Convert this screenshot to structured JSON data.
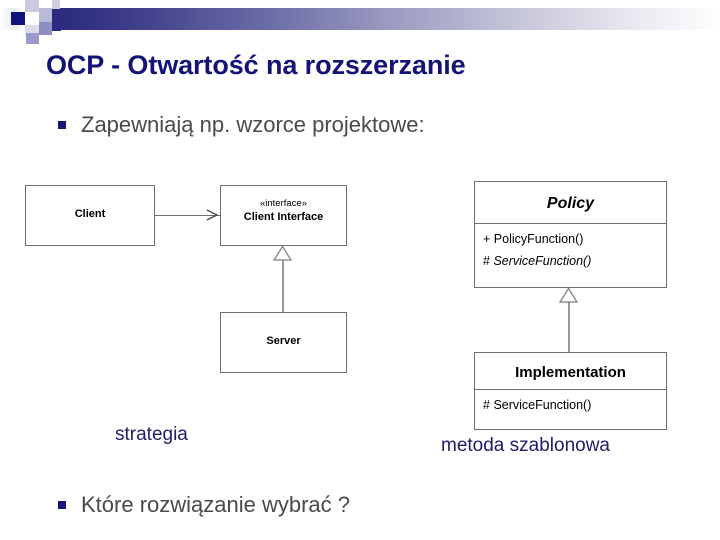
{
  "slide": {
    "title": "OCP - Otwartość na rozszerzanie",
    "bullets": [
      {
        "text": "Zapewniają np. wzorce projektowe:",
        "marker": "square-bullet"
      },
      {
        "text": "Które rozwiązanie wybrać ?",
        "marker": "square-bullet"
      }
    ],
    "captions": {
      "left": "strategia",
      "right": "metoda szablonowa"
    }
  },
  "colors": {
    "title": "#141477",
    "bullet_text": "#4a4a4a",
    "bullet_marker": "#16167e",
    "caption": "#1d1d6b",
    "gradient_start": "#27277d",
    "gradient_end": "#ffffff",
    "box_border": "#6e6e6e",
    "connector": "#7d7d7d"
  },
  "diagram_left": {
    "name": "strategy-pattern-diagram",
    "boxes": [
      {
        "id": "client",
        "label": "Client",
        "stereotype": ""
      },
      {
        "id": "client-interface",
        "label": "Client Interface",
        "stereotype": "«interface»"
      },
      {
        "id": "server",
        "label": "Server",
        "stereotype": ""
      }
    ],
    "connectors": [
      {
        "from": "client",
        "to": "client-interface",
        "type": "association-open-arrow"
      },
      {
        "from": "server",
        "to": "client-interface",
        "type": "generalization-hollow-triangle"
      }
    ]
  },
  "diagram_right": {
    "name": "template-method-diagram",
    "classes": [
      {
        "id": "policy",
        "name": "Policy",
        "abstract": true,
        "members": [
          {
            "visibility": "+",
            "signature": "PolicyFunction()",
            "abstract": false
          },
          {
            "visibility": "#",
            "signature": "ServiceFunction()",
            "abstract": true
          }
        ]
      },
      {
        "id": "implementation",
        "name": "Implementation",
        "abstract": false,
        "members": [
          {
            "visibility": "#",
            "signature": "ServiceFunction()",
            "abstract": false
          }
        ]
      }
    ],
    "connectors": [
      {
        "from": "implementation",
        "to": "policy",
        "type": "generalization-hollow-triangle"
      }
    ]
  }
}
